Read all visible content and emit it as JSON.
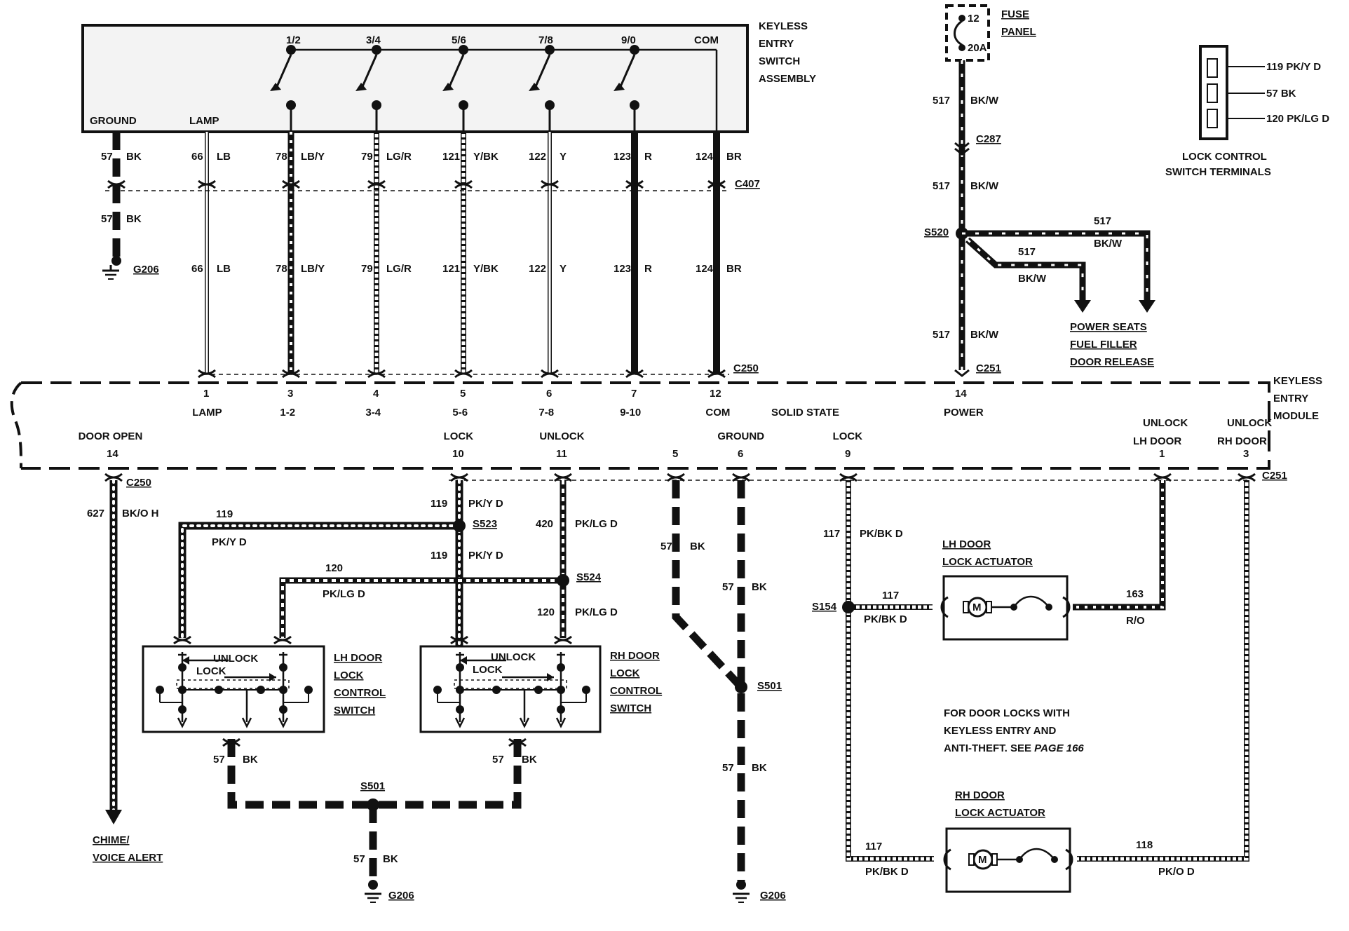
{
  "keyless_switch": {
    "title": [
      "KEYLESS",
      "ENTRY",
      "SWITCH",
      "ASSEMBLY"
    ],
    "switch_labels": [
      "1/2",
      "3/4",
      "5/6",
      "7/8",
      "9/0",
      "COM"
    ],
    "ground_label": "GROUND",
    "lamp_label": "LAMP"
  },
  "fuse": {
    "top": "12",
    "rating": "20A",
    "label": [
      "FUSE",
      "PANEL"
    ]
  },
  "terminals": {
    "rows": [
      "119 PK/Y D",
      "57 BK",
      "120 PK/LG D"
    ],
    "caption": [
      "LOCK CONTROL",
      "SWITCH TERMINALS"
    ]
  },
  "upper_wires": [
    {
      "circuit": "57",
      "color": "BK"
    },
    {
      "circuit": "66",
      "color": "LB"
    },
    {
      "circuit": "78",
      "color": "LB/Y"
    },
    {
      "circuit": "79",
      "color": "LG/R"
    },
    {
      "circuit": "121",
      "color": "Y/BK"
    },
    {
      "circuit": "122",
      "color": "Y"
    },
    {
      "circuit": "123",
      "color": "R"
    },
    {
      "circuit": "124",
      "color": "BR"
    }
  ],
  "connectors": {
    "c407": "C407",
    "c250": "C250",
    "c251": "C251",
    "c287": "C287",
    "s520": "S520",
    "s523": "S523",
    "s524": "S524",
    "s501": "S501",
    "s154": "S154",
    "g206": "G206"
  },
  "power_feed": {
    "circuit": "517",
    "color": "BK/W",
    "destinations": [
      "POWER SEATS",
      "FUEL FILLER",
      "DOOR RELEASE"
    ]
  },
  "module": {
    "title": [
      "KEYLESS",
      "ENTRY",
      "MODULE"
    ],
    "center_text": "SOLID STATE",
    "top_pins": [
      {
        "num": "1",
        "label": "LAMP"
      },
      {
        "num": "3",
        "label": "1-2"
      },
      {
        "num": "4",
        "label": "3-4"
      },
      {
        "num": "5",
        "label": "5-6"
      },
      {
        "num": "6",
        "label": "7-8"
      },
      {
        "num": "7",
        "label": "9-10"
      },
      {
        "num": "12",
        "label": "COM"
      },
      {
        "num": "14",
        "label": "POWER"
      }
    ],
    "bottom_pins": [
      {
        "num": "14",
        "label": "DOOR OPEN"
      },
      {
        "num": "10",
        "label": "LOCK"
      },
      {
        "num": "11",
        "label": "UNLOCK"
      },
      {
        "num": "5",
        "label": ""
      },
      {
        "num": "6",
        "label": "GROUND"
      },
      {
        "num": "9",
        "label": "LOCK"
      },
      {
        "num": "1",
        "label": "UNLOCK LH DOOR"
      },
      {
        "num": "3",
        "label": "UNLOCK RH DOOR"
      }
    ]
  },
  "lower_wires": {
    "door_open": {
      "circuit": "627",
      "color": "BK/O H"
    },
    "lock_119": {
      "circuit": "119",
      "color": "PK/Y D"
    },
    "unlock_420": {
      "circuit": "420",
      "color": "PK/LG D"
    },
    "unlock_120": {
      "circuit": "120",
      "color": "PK/LG D"
    },
    "gnd_57": {
      "circuit": "57",
      "color": "BK"
    },
    "lock_117": {
      "circuit": "117",
      "color": "PK/BK D"
    },
    "lh_163": {
      "circuit": "163",
      "color": "R/O"
    },
    "rh_118": {
      "circuit": "118",
      "color": "PK/O D"
    }
  },
  "switches": {
    "lh": [
      "LH DOOR",
      "LOCK",
      "CONTROL",
      "SWITCH"
    ],
    "rh": [
      "RH DOOR",
      "LOCK",
      "CONTROL",
      "SWITCH"
    ],
    "unlock": "UNLOCK",
    "lock": "LOCK"
  },
  "actuators": {
    "lh": [
      "LH DOOR",
      "LOCK ACTUATOR"
    ],
    "rh": [
      "RH DOOR",
      "LOCK ACTUATOR"
    ],
    "motor": "M"
  },
  "chime": [
    "CHIME/",
    "VOICE ALERT"
  ],
  "note": {
    "lines": [
      "FOR DOOR LOCKS WITH",
      "KEYLESS ENTRY AND"
    ],
    "line3": "ANTI-THEFT. SEE ",
    "page_ref": "PAGE 166"
  }
}
